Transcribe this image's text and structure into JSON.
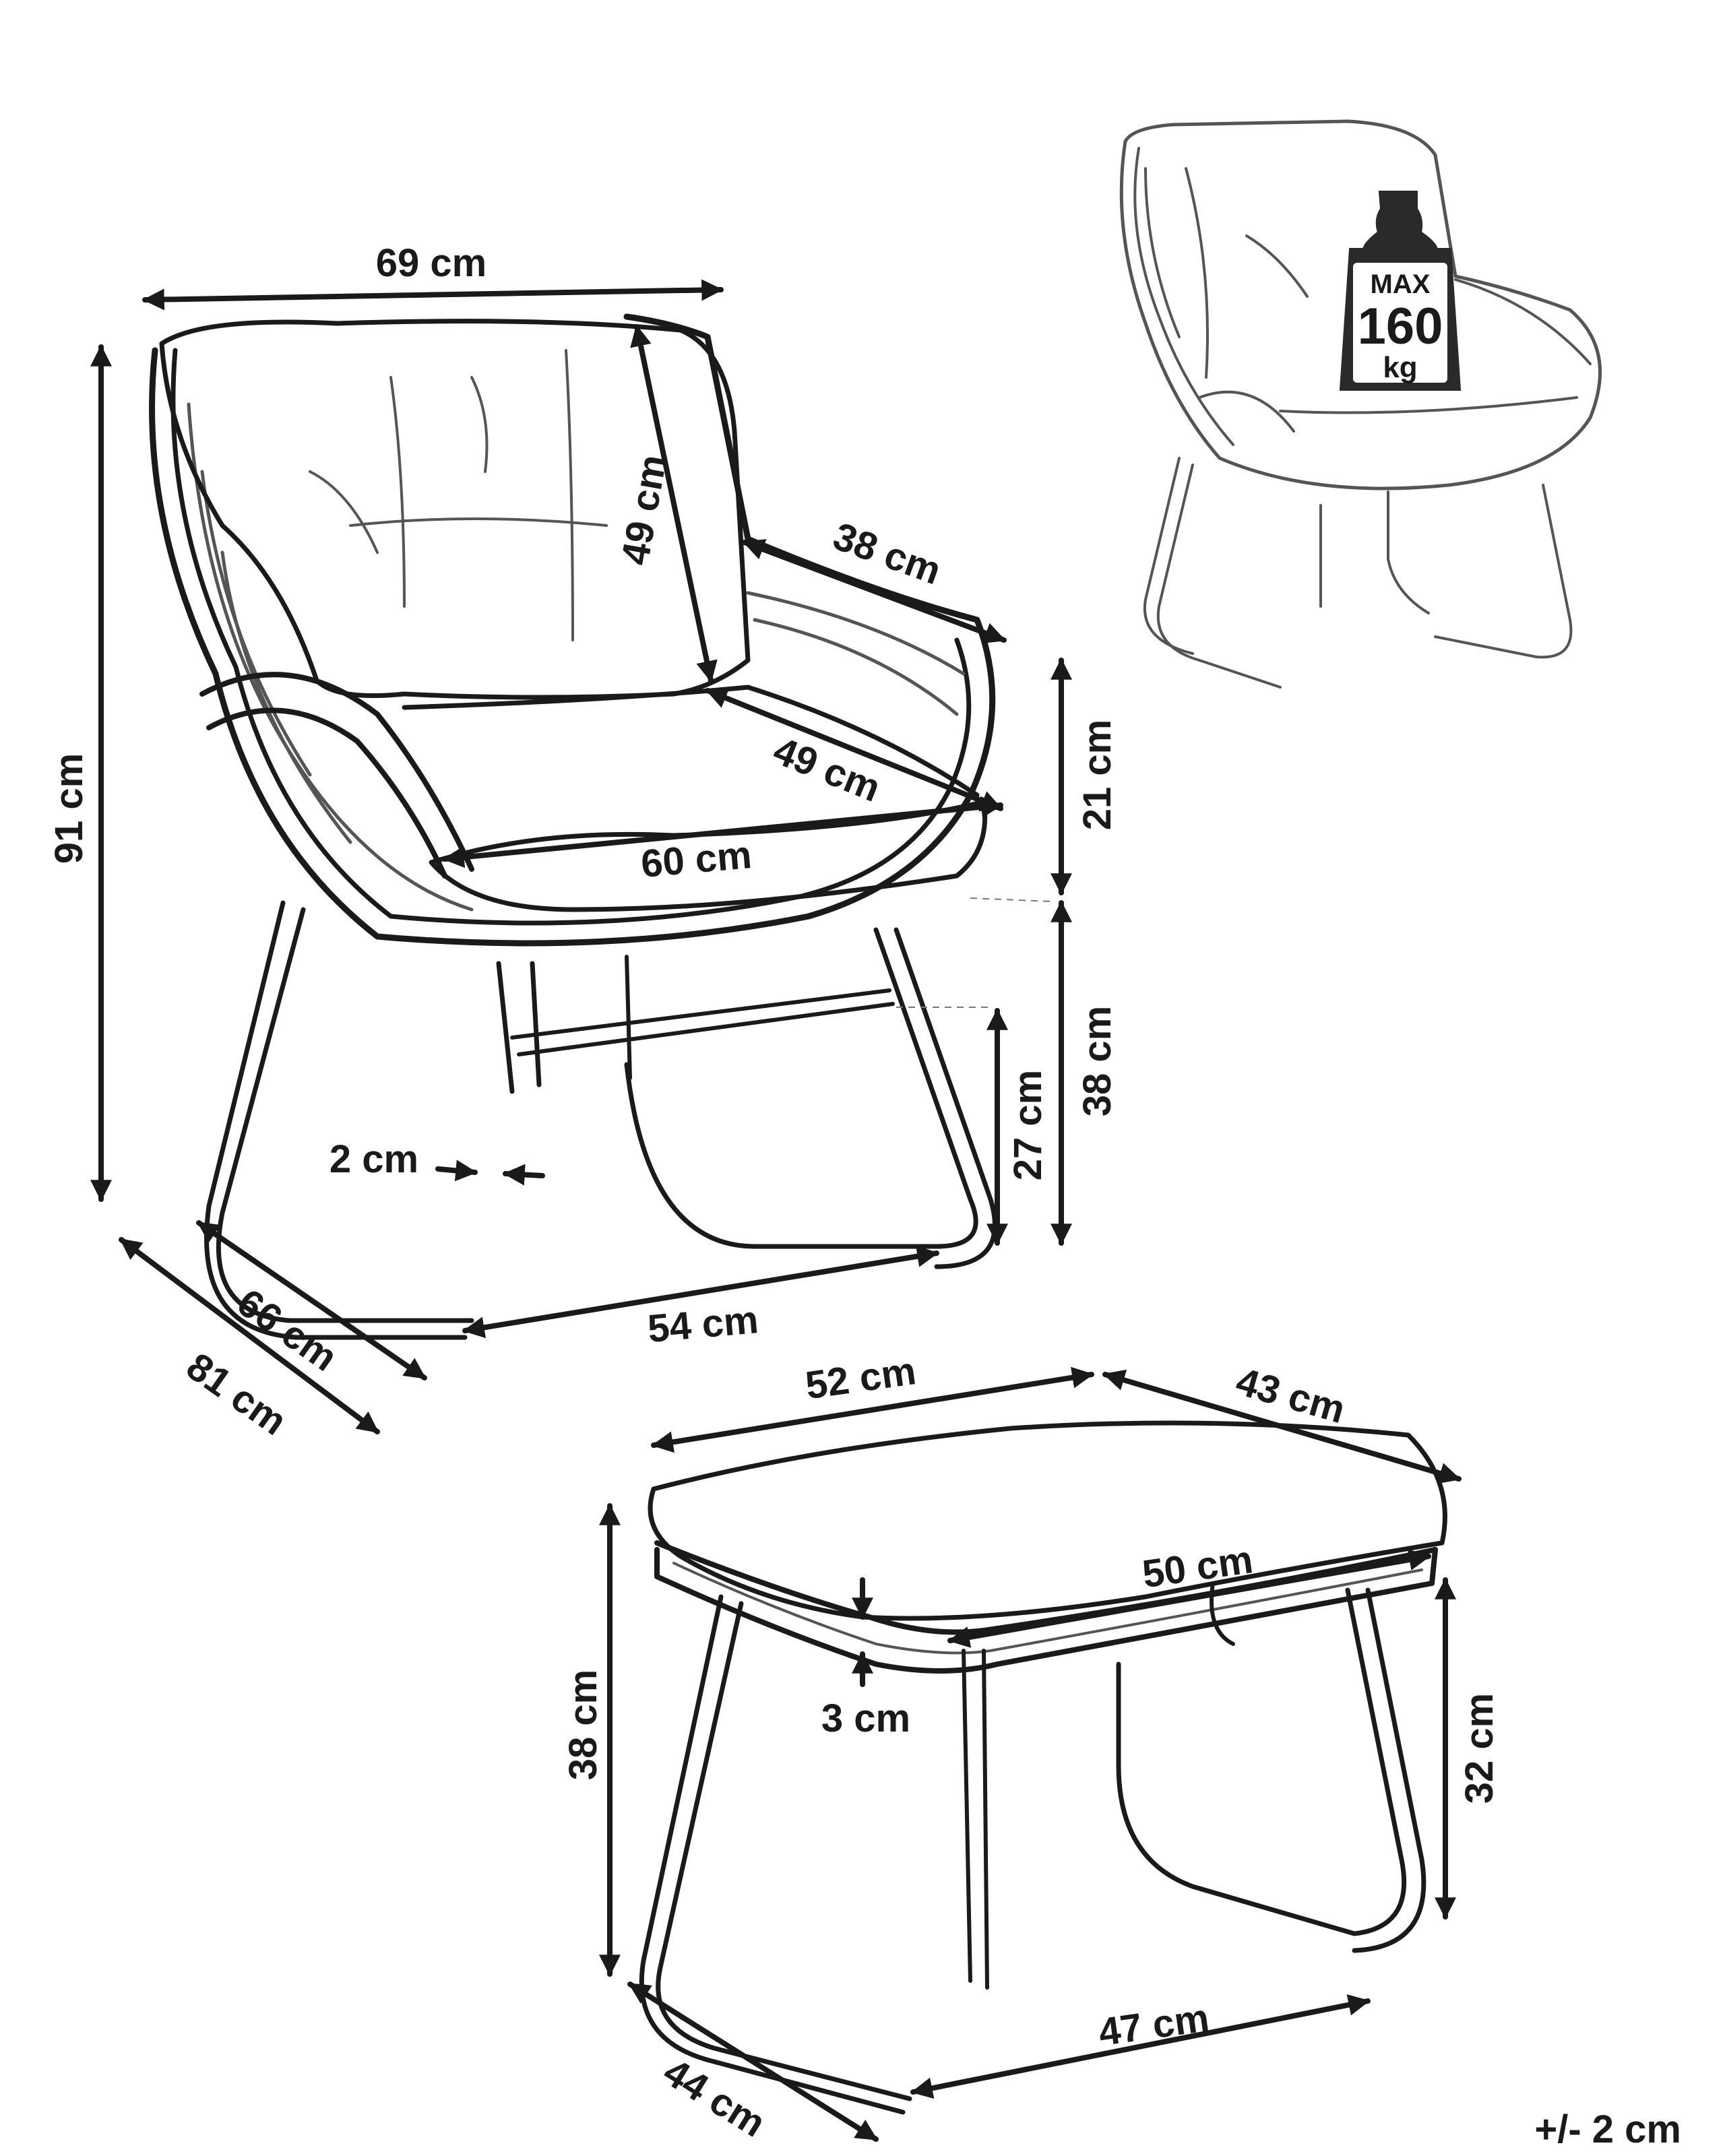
{
  "chair": {
    "width": "69 cm",
    "height": "91 cm",
    "backrest_height": "49 cm",
    "armrest_length": "38 cm",
    "seat_depth": "49 cm",
    "seat_width": "60 cm",
    "armrest_height": "21 cm",
    "seat_height": "38 cm",
    "crossbar_height": "27 cm",
    "frame_thickness": "2 cm",
    "base_width": "54 cm",
    "base_depth": "66 cm",
    "total_depth": "81 cm"
  },
  "load_badge": {
    "line1": "MAX",
    "line2": "160",
    "line3": "kg"
  },
  "stool": {
    "top_width": "52 cm",
    "top_depth": "43 cm",
    "seat_width": "50 cm",
    "cushion_thickness": "3 cm",
    "height": "38 cm",
    "frame_height": "32 cm",
    "base_width": "47 cm",
    "base_depth": "44 cm"
  },
  "tolerance": "+/- 2 cm"
}
